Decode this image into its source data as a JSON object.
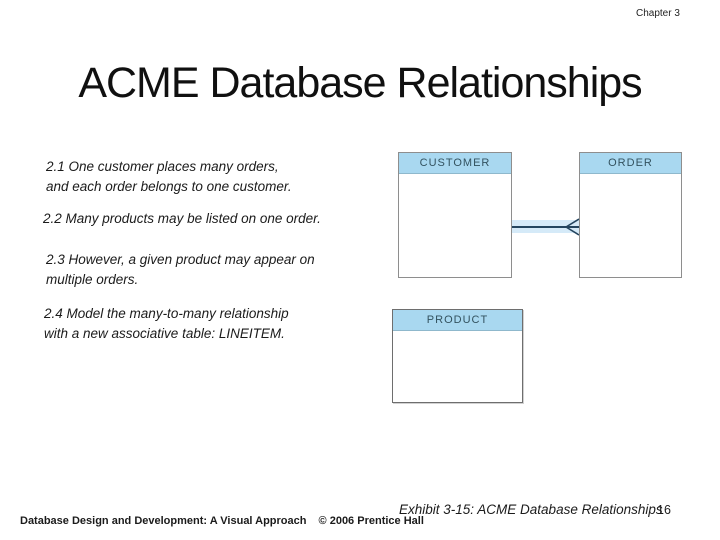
{
  "slide": {
    "chapter": "Chapter 3",
    "title": "ACME Database Relationships"
  },
  "notes": [
    {
      "lines": [
        "2.1 One customer places many orders,",
        "and each order belongs to one customer."
      ]
    },
    {
      "lines": [
        "2.2 Many products may be listed on one order."
      ]
    },
    {
      "lines": [
        "2.3 However, a given product may appear on",
        "multiple orders."
      ]
    },
    {
      "lines": [
        "2.4 Model the many-to-many relationship",
        "with a new associative table: LINEITEM."
      ]
    }
  ],
  "diagram": {
    "entities": [
      {
        "name": "CUSTOMER"
      },
      {
        "name": "ORDER"
      },
      {
        "name": "PRODUCT"
      }
    ],
    "relationship": {
      "from": "CUSTOMER",
      "to": "ORDER",
      "cardinality": "one-to-many",
      "crow_foot_end": "ORDER"
    }
  },
  "footer": {
    "exhibit": "Exhibit 3-15: ACME Database Relationships",
    "page": "16",
    "book": "Database Design and Development: A Visual Approach",
    "copyright": "© 2006 Prentice Hall"
  },
  "colors": {
    "entity_header_fill": "#A9D8F0",
    "connector_band": "#D5EAF8",
    "connector_line": "#24455F",
    "entity_border": "#8E8E8E"
  }
}
